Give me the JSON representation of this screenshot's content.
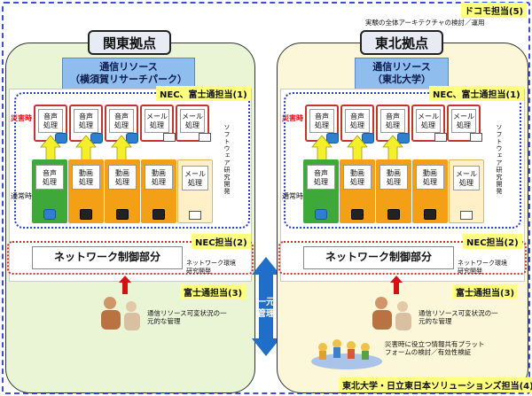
{
  "docomo": "ドコモ担当(5)",
  "docomo_sub": "実験の全体アーキテクチャの検討／運用",
  "left": {
    "title": "関東拠点",
    "resource_line1": "通信リソース",
    "resource_line2": "（横須賀リサーチパーク）",
    "nec_fujitsu": "NEC、富士通担当(1)",
    "software_dev": "ソフトウェア研究開発",
    "disaster": "災害時",
    "normal": "通常時",
    "top_cards": [
      "音声\n処理",
      "音声\n処理",
      "音声\n処理",
      "メール\n処理",
      "メール\n処理"
    ],
    "bottom_cards": [
      "音声\n処理",
      "動画\n処理",
      "動画\n処理",
      "動画\n処理",
      "メール\n処理"
    ],
    "nec": "NEC担当(2)",
    "network": "ネットワーク制御部分",
    "network_dev": "ネットワーク環境\n研究開発",
    "fujitsu": "富士通担当(3)",
    "mgmt": "通信リソース可変状況の一\n元的な管理"
  },
  "center": {
    "label1": "一元",
    "label2": "管理"
  },
  "right": {
    "title": "東北拠点",
    "resource_line1": "通信リソース",
    "resource_line2": "（東北大学）",
    "nec_fujitsu": "NEC、富士通担当(1)",
    "software_dev": "ソフトウェア研究開発",
    "disaster": "災害時",
    "normal": "通常時",
    "top_cards": [
      "音声\n処理",
      "音声\n処理",
      "音声\n処理",
      "メール\n処理",
      "メール\n処理"
    ],
    "bottom_cards": [
      "音声\n処理",
      "動画\n処理",
      "動画\n処理",
      "動画\n処理",
      "メール\n処理"
    ],
    "nec": "NEC担当(2)",
    "network": "ネットワーク制御部分",
    "network_dev": "ネットワーク環境\n研究開発",
    "fujitsu": "富士通担当(3)",
    "mgmt": "通信リソース可変状況の一\n元的な管理",
    "platform": "災害時に役立つ情報共有プラット\nフォームの検討／有効性検証",
    "tohoku_hitachi": "東北大学・日立東日本ソリューションズ担当(4)"
  },
  "colors": {
    "region_left": "#eaf5d6",
    "region_right": "#fbf7d8",
    "resp_bg": "#ffff80",
    "dashed_blue": "#2b3fcf",
    "dashed_red": "#cc3333",
    "card_green": "#3fa83a",
    "card_orange": "#f3a016",
    "card_cream": "#fff0c8",
    "arrow_yellow": "#f5ee2a",
    "center_arrow": "#1f6fc8"
  }
}
